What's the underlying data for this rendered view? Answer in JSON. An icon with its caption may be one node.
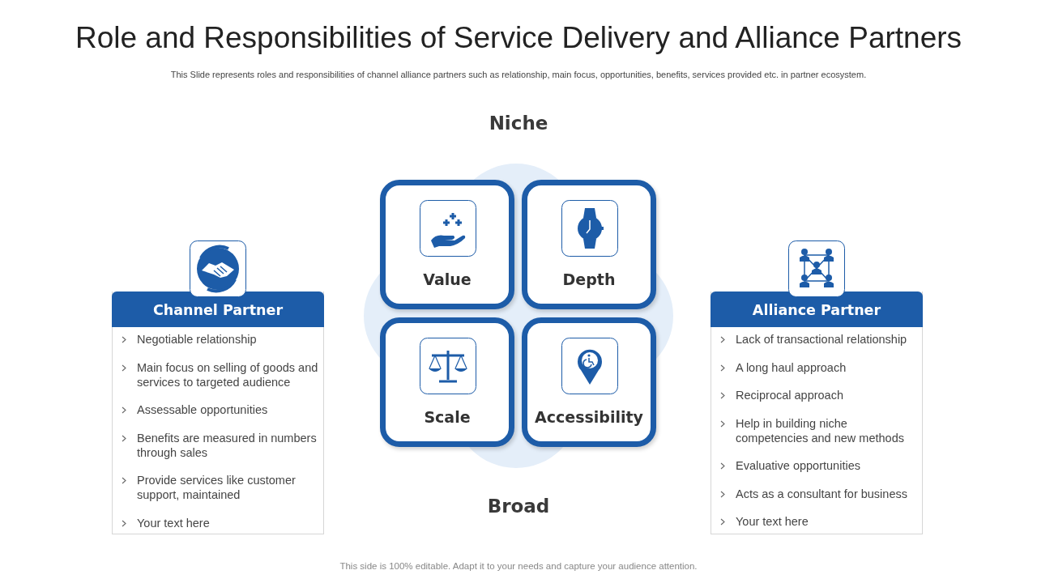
{
  "diagram": {
    "title": "Role and Responsibilities of Service Delivery and Alliance Partners",
    "nodes": [
      {
        "text": [
          "Channel Partner",
          "Negotiable relationship",
          "Main focus on selling of goods and services to targeted audience",
          "Assessable opportunities",
          "Benefits are measured in numbers through sales",
          "Provide services like customer support, maintained",
          "Your text here"
        ]
      },
      {
        "text": [
          "Value"
        ]
      },
      {
        "text": [
          "Depth"
        ]
      },
      {
        "text": [
          "Scale"
        ]
      },
      {
        "text": [
          "Accessibility"
        ]
      },
      {
        "text": [
          "Alliance Partner",
          "Lack of transactional relationship",
          "A long haul approach",
          "Reciprocal approach",
          "Help in building niche competencies and new methods",
          "Evaluative opportunities",
          "Acts as a consultant for business",
          "Your text here"
        ]
      }
    ],
    "labels": [
      "This Slide represents roles and responsibilities of channel alliance partners such as relationship, main focus, opportunities, benefits, services provided etc. in partner ecosystem.",
      "Niche",
      "Broad",
      "This side is 100% editable. Adapt it to your needs and capture your audience attention."
    ]
  }
}
